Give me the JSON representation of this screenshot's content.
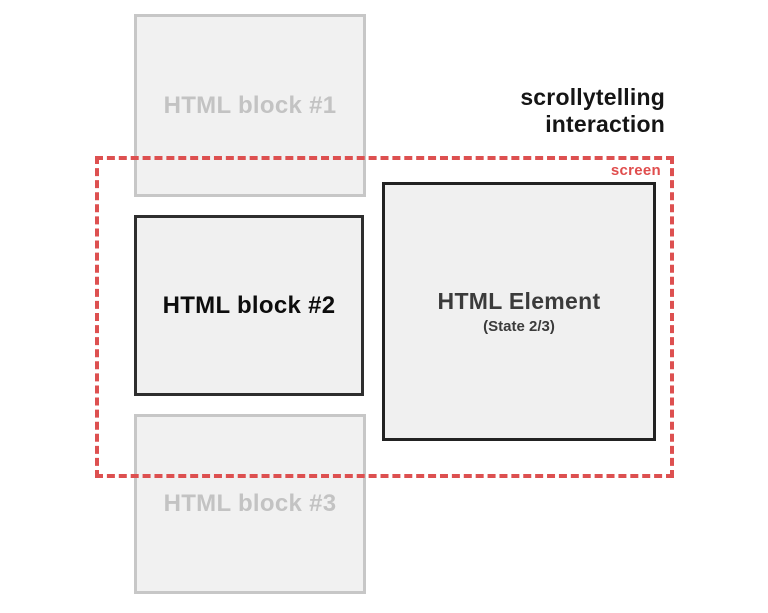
{
  "title": {
    "line1": "scrollytelling",
    "line2": "interaction"
  },
  "screen": {
    "label": "screen"
  },
  "blocks": [
    {
      "label": "HTML block #1",
      "state": "inactive"
    },
    {
      "label": "HTML block #2",
      "state": "active"
    },
    {
      "label": "HTML block #3",
      "state": "inactive"
    }
  ],
  "element": {
    "title": "HTML Element",
    "state": "(State 2/3)"
  },
  "colors": {
    "accent_red": "#dd5050",
    "active_border": "#2e2e2e",
    "inactive_border": "#c7c7c7",
    "inactive_text": "#c3c3c3",
    "box_fill": "#f0f0f0",
    "title_text": "#151515",
    "element_text": "#3b3b3b"
  }
}
